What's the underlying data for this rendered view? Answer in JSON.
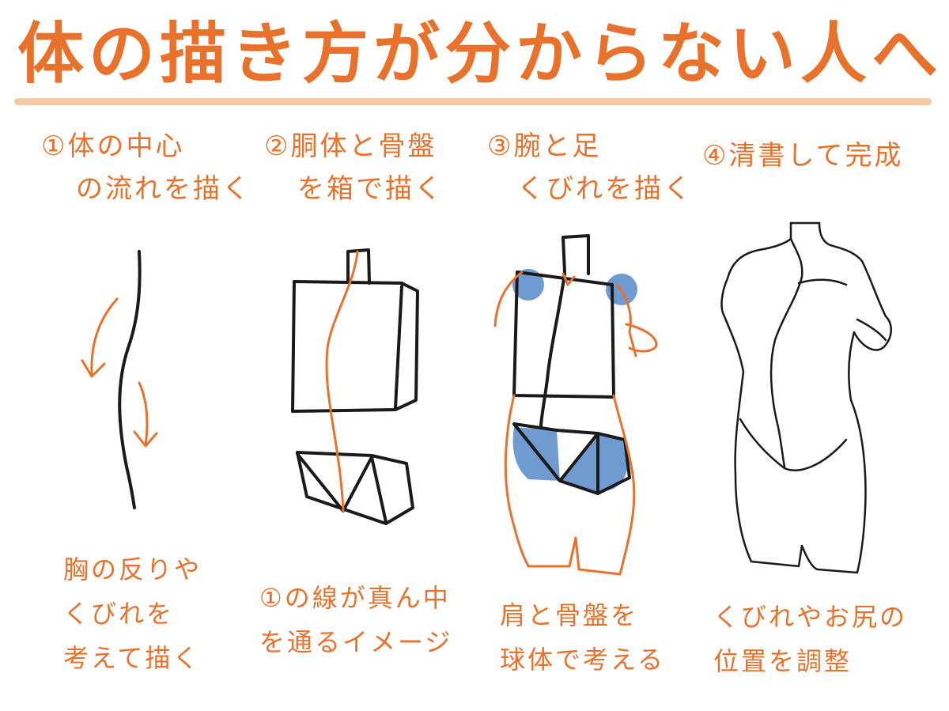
{
  "title": "体の描き方が分からない人へ",
  "colors": {
    "accent": "#e8722c",
    "underline": "#f6c9a6",
    "shading": "#6f9bd1",
    "ink": "#1a1a1a"
  },
  "steps": [
    {
      "lines": [
        "①体の中心",
        "の流れを描く"
      ]
    },
    {
      "lines": [
        "②胴体と骨盤",
        "を箱で描く"
      ]
    },
    {
      "lines": [
        "③腕と足",
        "くびれを描く"
      ]
    },
    {
      "lines": [
        "④清書して完成"
      ]
    }
  ],
  "notes": [
    {
      "lines": [
        "胸の反りや",
        "くびれを",
        "考えて描く"
      ]
    },
    {
      "lines": [
        "①の線が真ん中",
        "を通るイメージ"
      ]
    },
    {
      "lines": [
        "肩と骨盤を",
        "球体で考える"
      ]
    },
    {
      "lines": [
        "くびれやお尻の",
        "位置を調整"
      ]
    }
  ]
}
